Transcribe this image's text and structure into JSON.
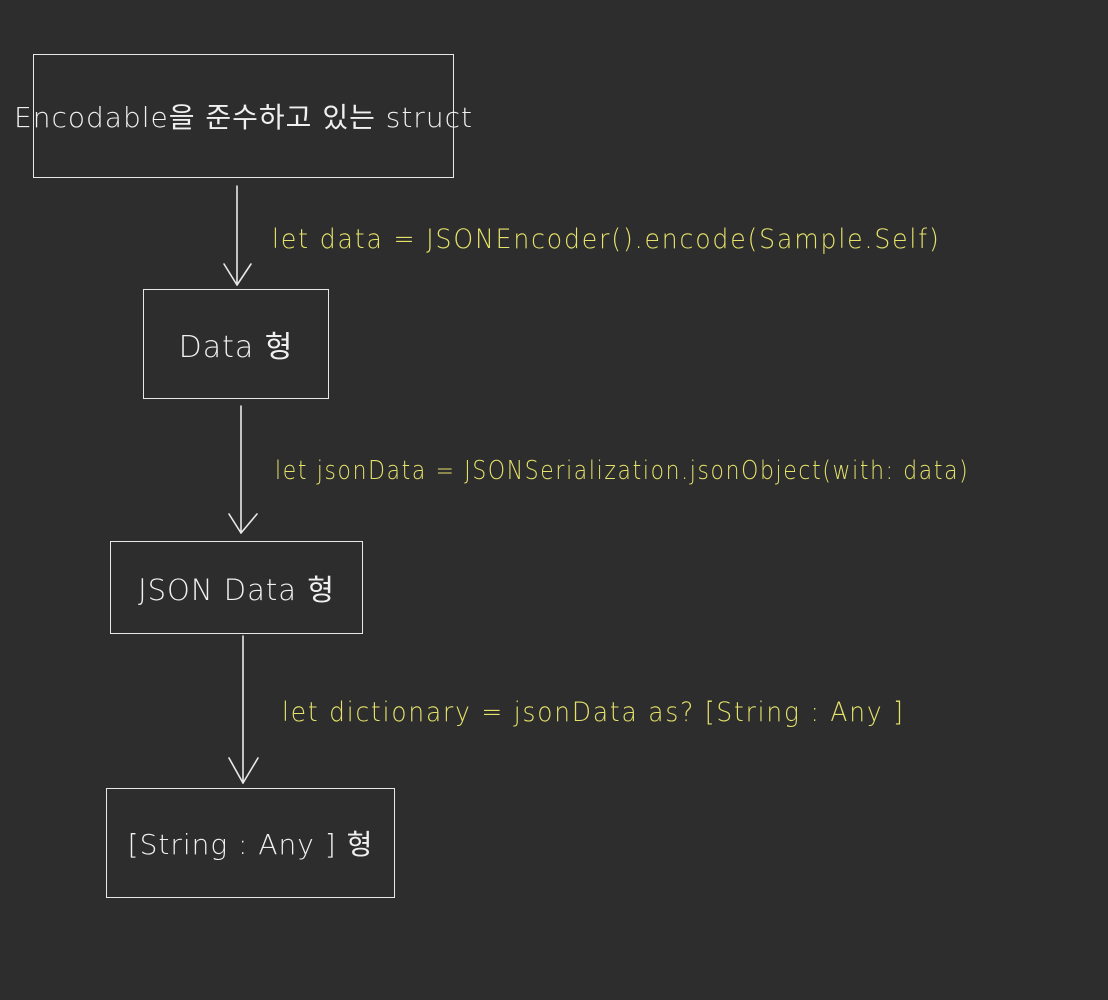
{
  "boxes": {
    "struct": "Encodable을 준수하고 있는 struct",
    "data_type": "Data 형",
    "json_type": "JSON Data 형",
    "dict_type": "[String : Any ] 형"
  },
  "arrows": {
    "encode": "let data = JSONEncoder().encode(Sample.Self)",
    "json_object": "let jsonData = JSONSerialization.jsonObject(with: data)",
    "cast": "let dictionary = jsonData as? [String : Any ]"
  },
  "colors": {
    "background": "#2d2d2d",
    "box_stroke": "#e8e8e8",
    "code_text": "#e6e36a"
  }
}
